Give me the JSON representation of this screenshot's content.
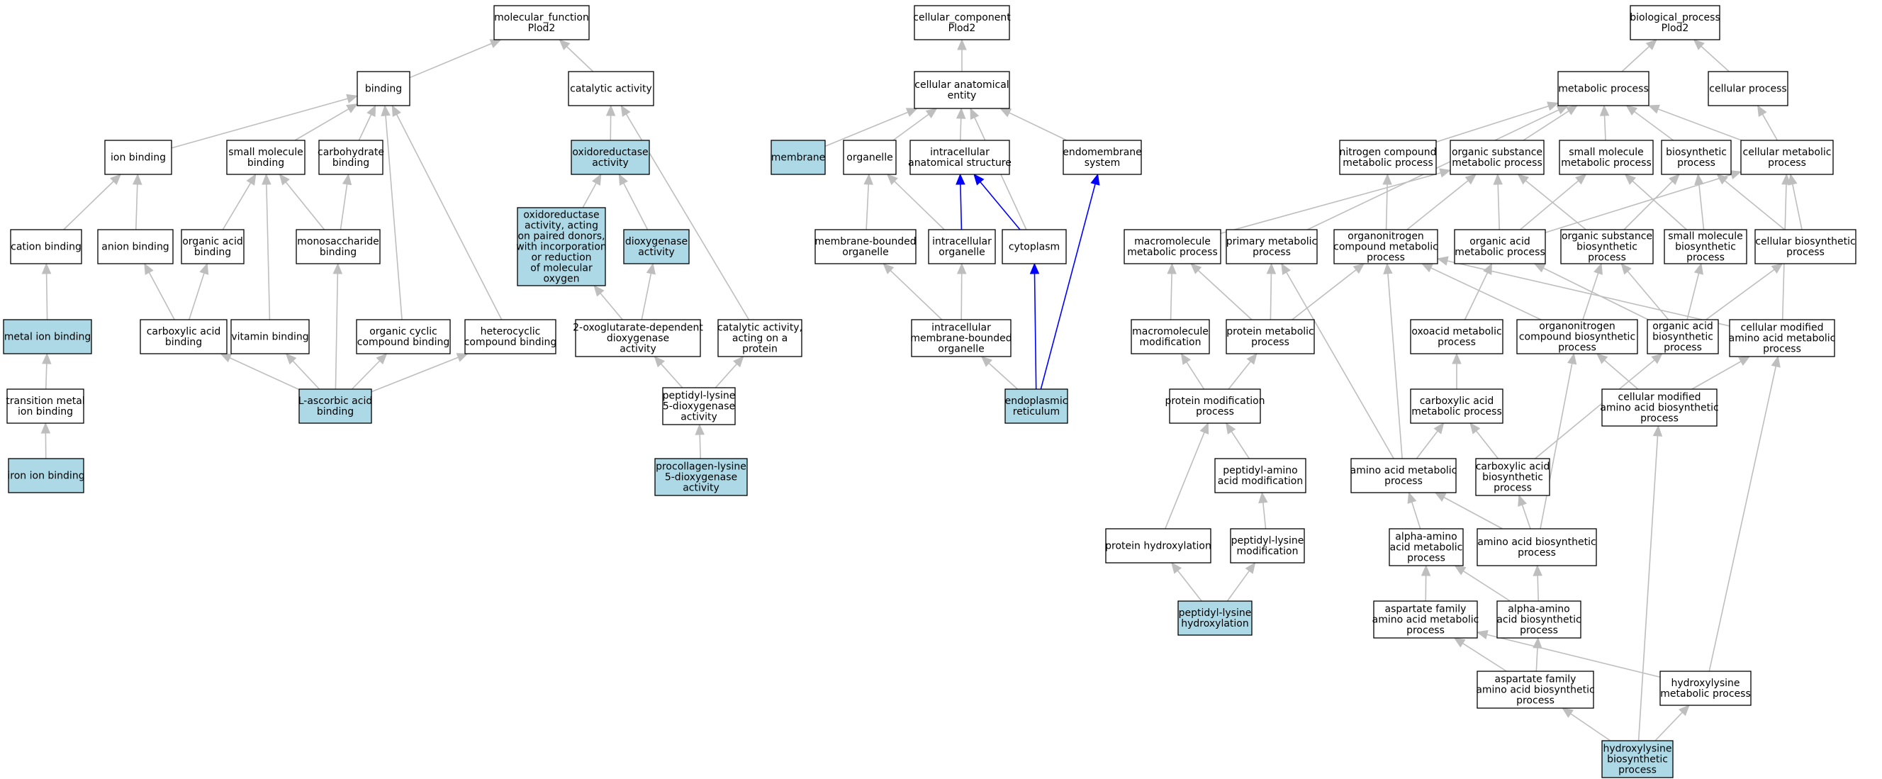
{
  "colors": {
    "highlight_fill": "#add8e6",
    "default_fill": "#ffffff",
    "edge_gray": "#bebebe",
    "edge_blue": "#0000ff"
  },
  "nodes": [
    {
      "id": "mf_root",
      "lines": [
        "molecular_function",
        "Plod2"
      ]
    },
    {
      "id": "binding",
      "lines": [
        "binding"
      ]
    },
    {
      "id": "catalytic",
      "lines": [
        "catalytic activity"
      ]
    },
    {
      "id": "ion_binding",
      "lines": [
        "ion binding"
      ]
    },
    {
      "id": "small_mol_binding",
      "lines": [
        "small molecule",
        "binding"
      ]
    },
    {
      "id": "carbohydrate_binding",
      "lines": [
        "carbohydrate",
        "binding"
      ]
    },
    {
      "id": "oxidoreductase",
      "lines": [
        "oxidoreductase",
        "activity"
      ],
      "hl": true
    },
    {
      "id": "cation_binding",
      "lines": [
        "cation binding"
      ]
    },
    {
      "id": "anion_binding",
      "lines": [
        "anion binding"
      ]
    },
    {
      "id": "organic_acid_binding",
      "lines": [
        "organic acid",
        "binding"
      ]
    },
    {
      "id": "monosaccharide_binding",
      "lines": [
        "monosaccharide",
        "binding"
      ]
    },
    {
      "id": "oxido_paired",
      "lines": [
        "oxidoreductase",
        "activity, acting",
        "on paired donors,",
        "with incorporation",
        "or reduction",
        "of molecular",
        "oxygen"
      ],
      "hl": true
    },
    {
      "id": "dioxygenase",
      "lines": [
        "dioxygenase",
        "activity"
      ],
      "hl": true
    },
    {
      "id": "metal_ion_binding",
      "lines": [
        "metal ion binding"
      ],
      "hl": true
    },
    {
      "id": "carboxylic_acid_binding",
      "lines": [
        "carboxylic acid",
        "binding"
      ]
    },
    {
      "id": "vitamin_binding",
      "lines": [
        "vitamin binding"
      ]
    },
    {
      "id": "organic_cyclic_binding",
      "lines": [
        "organic cyclic",
        "compound binding"
      ]
    },
    {
      "id": "heterocyclic_binding",
      "lines": [
        "heterocyclic",
        "compound binding"
      ]
    },
    {
      "id": "oxoglutarate_dioxygenase",
      "lines": [
        "2-oxoglutarate-dependent",
        "dioxygenase",
        "activity"
      ]
    },
    {
      "id": "catalytic_protein",
      "lines": [
        "catalytic activity,",
        "acting on a",
        "protein"
      ]
    },
    {
      "id": "transition_metal",
      "lines": [
        "transition metal",
        "ion binding"
      ]
    },
    {
      "id": "ascorbic_binding",
      "lines": [
        "L-ascorbic acid",
        "binding"
      ],
      "hl": true
    },
    {
      "id": "peptidyl_lysine_diox",
      "lines": [
        "peptidyl-lysine",
        "5-dioxygenase",
        "activity"
      ]
    },
    {
      "id": "iron_ion_binding",
      "lines": [
        "iron ion binding"
      ],
      "hl": true
    },
    {
      "id": "procollagen",
      "lines": [
        "procollagen-lysine",
        "5-dioxygenase",
        "activity"
      ],
      "hl": true
    },
    {
      "id": "cc_root",
      "lines": [
        "cellular_component",
        "Plod2"
      ]
    },
    {
      "id": "cell_anat",
      "lines": [
        "cellular anatomical",
        "entity"
      ]
    },
    {
      "id": "membrane",
      "lines": [
        "membrane"
      ],
      "hl": true
    },
    {
      "id": "organelle",
      "lines": [
        "organelle"
      ]
    },
    {
      "id": "intracell_anat",
      "lines": [
        "intracellular",
        "anatomical structure"
      ]
    },
    {
      "id": "endomembrane",
      "lines": [
        "endomembrane",
        "system"
      ]
    },
    {
      "id": "membrane_bounded",
      "lines": [
        "membrane-bounded",
        "organelle"
      ]
    },
    {
      "id": "intracell_organelle",
      "lines": [
        "intracellular",
        "organelle"
      ]
    },
    {
      "id": "cytoplasm",
      "lines": [
        "cytoplasm"
      ]
    },
    {
      "id": "intracell_mb_organelle",
      "lines": [
        "intracellular",
        "membrane-bounded",
        "organelle"
      ]
    },
    {
      "id": "er",
      "lines": [
        "endoplasmic",
        "reticulum"
      ],
      "hl": true
    },
    {
      "id": "bp_root",
      "lines": [
        "biological_process",
        "Plod2"
      ]
    },
    {
      "id": "metabolic",
      "lines": [
        "metabolic process"
      ]
    },
    {
      "id": "cellular_process",
      "lines": [
        "cellular process"
      ]
    },
    {
      "id": "nitrogen_compound",
      "lines": [
        "nitrogen compound",
        "metabolic process"
      ]
    },
    {
      "id": "organic_subst_met",
      "lines": [
        "organic substance",
        "metabolic process"
      ]
    },
    {
      "id": "small_mol_met",
      "lines": [
        "small molecule",
        "metabolic process"
      ]
    },
    {
      "id": "biosynthetic",
      "lines": [
        "biosynthetic",
        "process"
      ]
    },
    {
      "id": "cellular_metabolic",
      "lines": [
        "cellular metabolic",
        "process"
      ]
    },
    {
      "id": "macromolecule_met",
      "lines": [
        "macromolecule",
        "metabolic process"
      ]
    },
    {
      "id": "primary_met",
      "lines": [
        "primary metabolic",
        "process"
      ]
    },
    {
      "id": "organonitrogen_met",
      "lines": [
        "organonitrogen",
        "compound metabolic",
        "process"
      ]
    },
    {
      "id": "organic_acid_met",
      "lines": [
        "organic acid",
        "metabolic process"
      ]
    },
    {
      "id": "organic_subst_bio",
      "lines": [
        "organic substance",
        "biosynthetic",
        "process"
      ]
    },
    {
      "id": "small_mol_bio",
      "lines": [
        "small molecule",
        "biosynthetic",
        "process"
      ]
    },
    {
      "id": "cellular_bio",
      "lines": [
        "cellular biosynthetic",
        "process"
      ]
    },
    {
      "id": "macromolecule_mod",
      "lines": [
        "macromolecule",
        "modification"
      ]
    },
    {
      "id": "protein_met",
      "lines": [
        "protein metabolic",
        "process"
      ]
    },
    {
      "id": "oxoacid_met",
      "lines": [
        "oxoacid metabolic",
        "process"
      ]
    },
    {
      "id": "organonitrogen_bio",
      "lines": [
        "organonitrogen",
        "compound biosynthetic",
        "process"
      ]
    },
    {
      "id": "organic_acid_bio",
      "lines": [
        "organic acid",
        "biosynthetic",
        "process"
      ]
    },
    {
      "id": "cell_mod_aa_met",
      "lines": [
        "cellular modified",
        "amino acid metabolic",
        "process"
      ]
    },
    {
      "id": "protein_mod",
      "lines": [
        "protein modification",
        "process"
      ]
    },
    {
      "id": "carboxylic_met",
      "lines": [
        "carboxylic acid",
        "metabolic process"
      ]
    },
    {
      "id": "cell_mod_aa_bio",
      "lines": [
        "cellular modified",
        "amino acid biosynthetic",
        "process"
      ]
    },
    {
      "id": "peptidyl_aa_mod",
      "lines": [
        "peptidyl-amino",
        "acid modification"
      ]
    },
    {
      "id": "aa_met",
      "lines": [
        "amino acid metabolic",
        "process"
      ]
    },
    {
      "id": "carboxylic_bio",
      "lines": [
        "carboxylic acid",
        "biosynthetic",
        "process"
      ]
    },
    {
      "id": "protein_hydroxylation",
      "lines": [
        "protein hydroxylation"
      ]
    },
    {
      "id": "peptidyl_lysine_mod",
      "lines": [
        "peptidyl-lysine",
        "modification"
      ]
    },
    {
      "id": "alpha_aa_met",
      "lines": [
        "alpha-amino",
        "acid metabolic",
        "process"
      ]
    },
    {
      "id": "aa_bio",
      "lines": [
        "amino acid biosynthetic",
        "process"
      ]
    },
    {
      "id": "peptidyl_lysine_hydrox",
      "lines": [
        "peptidyl-lysine",
        "hydroxylation"
      ],
      "hl": true
    },
    {
      "id": "aspartate_met",
      "lines": [
        "aspartate family",
        "amino acid metabolic",
        "process"
      ]
    },
    {
      "id": "alpha_aa_bio",
      "lines": [
        "alpha-amino",
        "acid biosynthetic",
        "process"
      ]
    },
    {
      "id": "aspartate_bio",
      "lines": [
        "aspartate family",
        "amino acid biosynthetic",
        "process"
      ]
    },
    {
      "id": "hydroxylysine_met",
      "lines": [
        "hydroxylysine",
        "metabolic process"
      ]
    },
    {
      "id": "hydroxylysine_bio",
      "lines": [
        "hydroxylysine",
        "biosynthetic",
        "process"
      ],
      "hl": true
    }
  ],
  "edges": [
    {
      "from": "binding",
      "to": "mf_root"
    },
    {
      "from": "catalytic",
      "to": "mf_root"
    },
    {
      "from": "ion_binding",
      "to": "binding"
    },
    {
      "from": "small_mol_binding",
      "to": "binding"
    },
    {
      "from": "carbohydrate_binding",
      "to": "binding"
    },
    {
      "from": "organic_cyclic_binding",
      "to": "binding"
    },
    {
      "from": "heterocyclic_binding",
      "to": "binding"
    },
    {
      "from": "vitamin_binding",
      "to": "small_mol_binding"
    },
    {
      "from": "cation_binding",
      "to": "ion_binding"
    },
    {
      "from": "anion_binding",
      "to": "ion_binding"
    },
    {
      "from": "organic_acid_binding",
      "to": "small_mol_binding"
    },
    {
      "from": "monosaccharide_binding",
      "to": "small_mol_binding"
    },
    {
      "from": "monosaccharide_binding",
      "to": "carbohydrate_binding"
    },
    {
      "from": "metal_ion_binding",
      "to": "cation_binding"
    },
    {
      "from": "carboxylic_acid_binding",
      "to": "anion_binding"
    },
    {
      "from": "carboxylic_acid_binding",
      "to": "organic_acid_binding"
    },
    {
      "from": "transition_metal",
      "to": "metal_ion_binding"
    },
    {
      "from": "iron_ion_binding",
      "to": "transition_metal"
    },
    {
      "from": "ascorbic_binding",
      "to": "carboxylic_acid_binding"
    },
    {
      "from": "ascorbic_binding",
      "to": "vitamin_binding"
    },
    {
      "from": "ascorbic_binding",
      "to": "monosaccharide_binding"
    },
    {
      "from": "ascorbic_binding",
      "to": "organic_cyclic_binding"
    },
    {
      "from": "ascorbic_binding",
      "to": "heterocyclic_binding"
    },
    {
      "from": "oxidoreductase",
      "to": "catalytic"
    },
    {
      "from": "catalytic_protein",
      "to": "catalytic"
    },
    {
      "from": "oxido_paired",
      "to": "oxidoreductase"
    },
    {
      "from": "dioxygenase",
      "to": "oxidoreductase"
    },
    {
      "from": "oxoglutarate_dioxygenase",
      "to": "oxido_paired"
    },
    {
      "from": "oxoglutarate_dioxygenase",
      "to": "dioxygenase"
    },
    {
      "from": "peptidyl_lysine_diox",
      "to": "oxoglutarate_dioxygenase"
    },
    {
      "from": "peptidyl_lysine_diox",
      "to": "catalytic_protein"
    },
    {
      "from": "procollagen",
      "to": "peptidyl_lysine_diox"
    },
    {
      "from": "cell_anat",
      "to": "cc_root"
    },
    {
      "from": "membrane",
      "to": "cell_anat"
    },
    {
      "from": "organelle",
      "to": "cell_anat"
    },
    {
      "from": "intracell_anat",
      "to": "cell_anat"
    },
    {
      "from": "endomembrane",
      "to": "cell_anat"
    },
    {
      "from": "cytoplasm",
      "to": "cell_anat"
    },
    {
      "from": "membrane_bounded",
      "to": "organelle"
    },
    {
      "from": "intracell_organelle",
      "to": "organelle"
    },
    {
      "from": "intracell_organelle",
      "to": "intracell_anat",
      "blue": true
    },
    {
      "from": "cytoplasm",
      "to": "intracell_anat",
      "blue": true
    },
    {
      "from": "intracell_mb_organelle",
      "to": "membrane_bounded"
    },
    {
      "from": "intracell_mb_organelle",
      "to": "intracell_organelle"
    },
    {
      "from": "er",
      "to": "intracell_mb_organelle"
    },
    {
      "from": "er",
      "to": "cytoplasm",
      "blue": true
    },
    {
      "from": "er",
      "to": "endomembrane",
      "blue": true
    },
    {
      "from": "metabolic",
      "to": "bp_root"
    },
    {
      "from": "cellular_process",
      "to": "bp_root"
    },
    {
      "from": "nitrogen_compound",
      "to": "metabolic"
    },
    {
      "from": "organic_subst_met",
      "to": "metabolic"
    },
    {
      "from": "small_mol_met",
      "to": "metabolic"
    },
    {
      "from": "biosynthetic",
      "to": "metabolic"
    },
    {
      "from": "cellular_metabolic",
      "to": "metabolic"
    },
    {
      "from": "primary_met",
      "to": "metabolic"
    },
    {
      "from": "cellular_metabolic",
      "to": "cellular_process"
    },
    {
      "from": "macromolecule_met",
      "to": "organic_subst_met"
    },
    {
      "from": "organonitrogen_met",
      "to": "nitrogen_compound"
    },
    {
      "from": "organonitrogen_met",
      "to": "organic_subst_met"
    },
    {
      "from": "organic_acid_met",
      "to": "organic_subst_met"
    },
    {
      "from": "organic_acid_met",
      "to": "small_mol_met"
    },
    {
      "from": "organic_acid_met",
      "to": "cellular_metabolic"
    },
    {
      "from": "organic_subst_bio",
      "to": "organic_subst_met"
    },
    {
      "from": "organic_subst_bio",
      "to": "biosynthetic"
    },
    {
      "from": "small_mol_bio",
      "to": "small_mol_met"
    },
    {
      "from": "small_mol_bio",
      "to": "biosynthetic"
    },
    {
      "from": "cellular_bio",
      "to": "biosynthetic"
    },
    {
      "from": "cellular_bio",
      "to": "cellular_metabolic"
    },
    {
      "from": "macromolecule_mod",
      "to": "macromolecule_met"
    },
    {
      "from": "protein_met",
      "to": "macromolecule_met"
    },
    {
      "from": "protein_met",
      "to": "primary_met"
    },
    {
      "from": "protein_met",
      "to": "organonitrogen_met"
    },
    {
      "from": "oxoacid_met",
      "to": "organic_acid_met"
    },
    {
      "from": "organonitrogen_bio",
      "to": "organonitrogen_met"
    },
    {
      "from": "organonitrogen_bio",
      "to": "organic_subst_bio"
    },
    {
      "from": "organic_acid_bio",
      "to": "organic_acid_met"
    },
    {
      "from": "organic_acid_bio",
      "to": "organic_subst_bio"
    },
    {
      "from": "organic_acid_bio",
      "to": "small_mol_bio"
    },
    {
      "from": "organic_acid_bio",
      "to": "cellular_bio"
    },
    {
      "from": "cell_mod_aa_met",
      "to": "organonitrogen_met"
    },
    {
      "from": "cell_mod_aa_met",
      "to": "cellular_metabolic"
    },
    {
      "from": "protein_mod",
      "to": "macromolecule_mod"
    },
    {
      "from": "protein_mod",
      "to": "protein_met"
    },
    {
      "from": "carboxylic_met",
      "to": "oxoacid_met"
    },
    {
      "from": "cell_mod_aa_bio",
      "to": "organonitrogen_bio"
    },
    {
      "from": "cell_mod_aa_bio",
      "to": "cell_mod_aa_met"
    },
    {
      "from": "peptidyl_aa_mod",
      "to": "protein_mod"
    },
    {
      "from": "aa_met",
      "to": "carboxylic_met"
    },
    {
      "from": "aa_met",
      "to": "organonitrogen_met"
    },
    {
      "from": "aa_met",
      "to": "primary_met"
    },
    {
      "from": "carboxylic_bio",
      "to": "carboxylic_met"
    },
    {
      "from": "carboxylic_bio",
      "to": "organic_acid_bio"
    },
    {
      "from": "protein_hydroxylation",
      "to": "protein_mod"
    },
    {
      "from": "peptidyl_lysine_mod",
      "to": "peptidyl_aa_mod"
    },
    {
      "from": "alpha_aa_met",
      "to": "aa_met"
    },
    {
      "from": "aa_bio",
      "to": "aa_met"
    },
    {
      "from": "aa_bio",
      "to": "carboxylic_bio"
    },
    {
      "from": "aa_bio",
      "to": "organonitrogen_bio"
    },
    {
      "from": "peptidyl_lysine_hydrox",
      "to": "protein_hydroxylation"
    },
    {
      "from": "peptidyl_lysine_hydrox",
      "to": "peptidyl_lysine_mod"
    },
    {
      "from": "aspartate_met",
      "to": "alpha_aa_met"
    },
    {
      "from": "alpha_aa_bio",
      "to": "alpha_aa_met"
    },
    {
      "from": "alpha_aa_bio",
      "to": "aa_bio"
    },
    {
      "from": "aspartate_bio",
      "to": "aspartate_met"
    },
    {
      "from": "aspartate_bio",
      "to": "alpha_aa_bio"
    },
    {
      "from": "hydroxylysine_met",
      "to": "aspartate_met"
    },
    {
      "from": "hydroxylysine_met",
      "to": "cell_mod_aa_met"
    },
    {
      "from": "hydroxylysine_bio",
      "to": "aspartate_bio"
    },
    {
      "from": "hydroxylysine_bio",
      "to": "hydroxylysine_met"
    },
    {
      "from": "hydroxylysine_bio",
      "to": "cell_mod_aa_bio"
    }
  ]
}
